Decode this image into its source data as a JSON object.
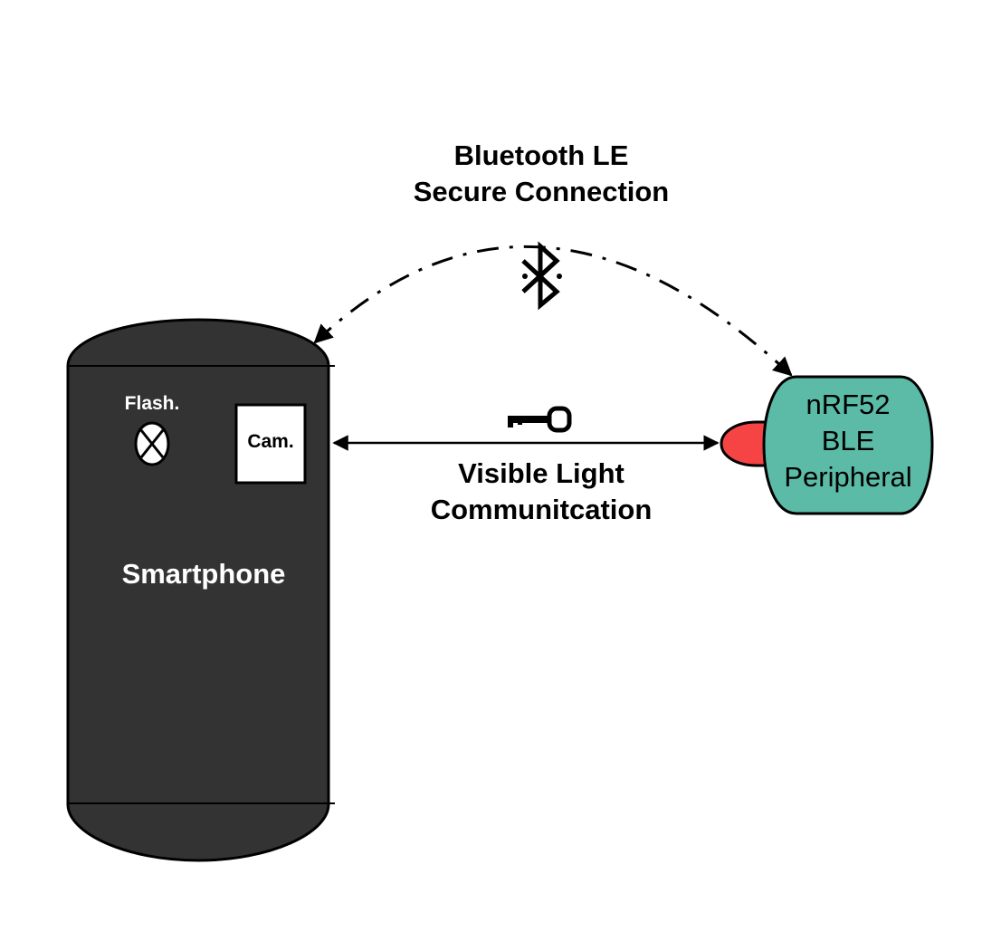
{
  "bluetooth_link": {
    "line1": "Bluetooth LE",
    "line2": "Secure Connection",
    "icon": "bluetooth-icon"
  },
  "vlc_link": {
    "line1": "Visible Light",
    "line2": "Communitcation",
    "icon": "key-icon"
  },
  "smartphone": {
    "label": "Smartphone",
    "flash_label": "Flash.",
    "flash_icon": "lamp-icon",
    "camera_label": "Cam.",
    "body_color": "#333333"
  },
  "peripheral": {
    "line1": "nRF52",
    "line2": "BLE",
    "line3": "Peripheral",
    "fill_color": "#5BBBA7",
    "led_color": "#F64444"
  }
}
